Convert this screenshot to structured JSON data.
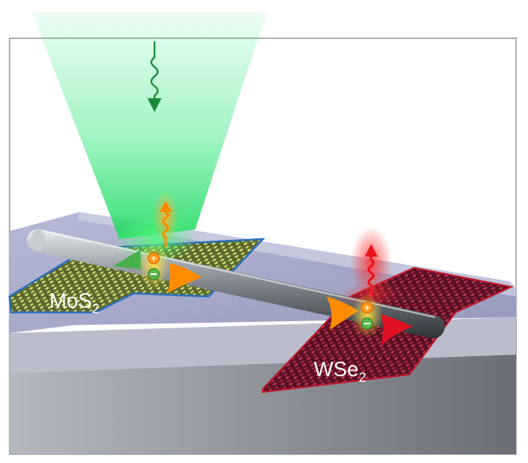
{
  "labels": {
    "mos2": {
      "main": "MoS",
      "sub": "2"
    },
    "wse2": {
      "main": "WSe",
      "sub": "2"
    }
  },
  "colors": {
    "excitation_beam": "#2ee87a",
    "mos2_lattice": "#b8c95a",
    "mos2_edge": "#2c6fb8",
    "wse2_lattice": "#8b1f3a",
    "wse2_edge": "#c0182a",
    "nanowire": "#8a8f95",
    "substrate_top": "#a9accd",
    "substrate_side": "#8c8f97",
    "emission_orange": "#ff8c00",
    "emission_red": "#e8141c",
    "excitation_arrow": "#1a8a3a"
  },
  "icons": {
    "incoming_photon": "wavy-arrow-down-icon",
    "emitted_photon_orange": "wavy-arrow-up-icon",
    "emitted_photon_red": "wavy-arrow-up-icon",
    "exciton": "electron-hole-pair-icon",
    "plasmon": "plasmon-wedge-icon"
  }
}
